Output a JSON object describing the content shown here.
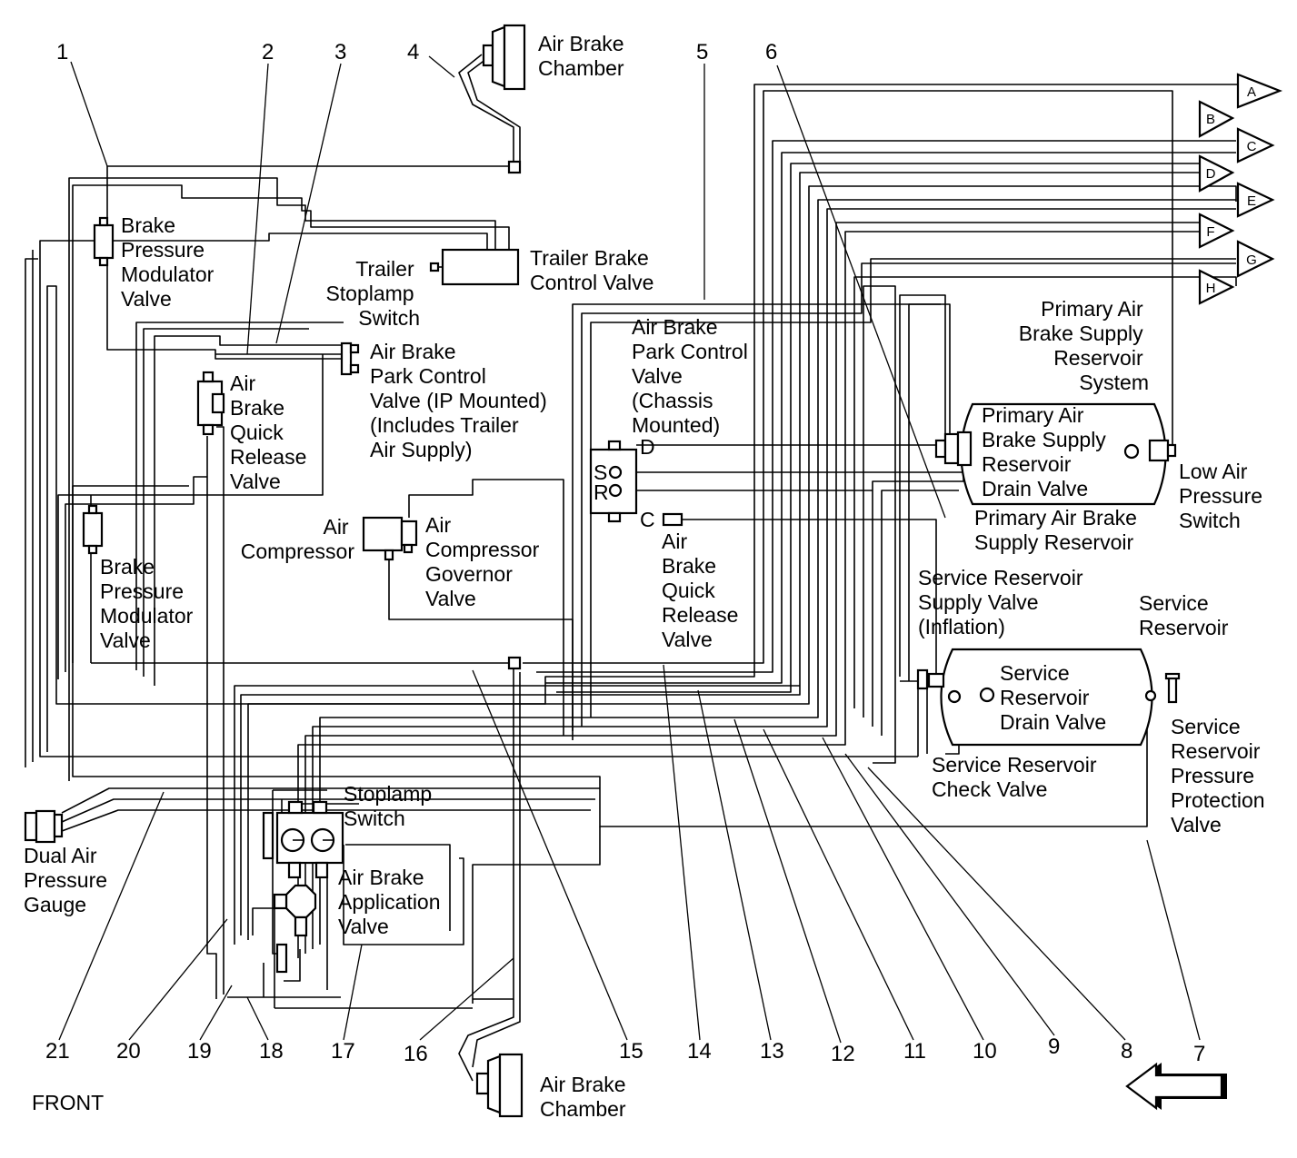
{
  "callout_numbers": [
    "1",
    "2",
    "3",
    "4",
    "5",
    "6",
    "7",
    "8",
    "9",
    "10",
    "11",
    "12",
    "13",
    "14",
    "15",
    "16",
    "17",
    "18",
    "19",
    "20",
    "21"
  ],
  "labels": {
    "air_brake_chamber_top": [
      "Air Brake",
      "Chamber"
    ],
    "air_brake_chamber_bottom": [
      "Air Brake",
      "Chamber"
    ],
    "brake_pressure_modulator_valve_top": [
      "Brake",
      "Pressure",
      "Modulator",
      "Valve"
    ],
    "brake_pressure_modulator_valve_left": [
      "Brake",
      "Pressure",
      "Modulator",
      "Valve"
    ],
    "trailer_brake_control_valve": [
      "Trailer Brake",
      "Control Valve"
    ],
    "trailer_stoplamp_switch": [
      "Trailer",
      "Stoplamp",
      "Switch"
    ],
    "park_control_valve_ip": [
      "Air Brake",
      "Park Control",
      "Valve (IP Mounted)",
      "(Includes Trailer",
      "Air Supply)"
    ],
    "quick_release_valve_left": [
      "Air",
      "Brake",
      "Quick",
      "Release",
      "Valve"
    ],
    "park_control_valve_chassis": [
      "Air Brake",
      "Park Control",
      "Valve",
      "(Chassis",
      "Mounted)"
    ],
    "air_compressor": [
      "Air",
      "Compressor"
    ],
    "air_compressor_governor_valve": [
      "Air",
      "Compressor",
      "Governor",
      "Valve"
    ],
    "quick_release_valve_center": [
      "Air",
      "Brake",
      "Quick",
      "Release",
      "Valve"
    ],
    "primary_supply_reservoir_system": [
      "Primary Air",
      "Brake Supply",
      "Reservoir",
      "System"
    ],
    "primary_drain_valve": [
      "Primary Air",
      "Brake Supply",
      "Reservoir",
      "Drain Valve"
    ],
    "low_air_pressure_switch": [
      "Low Air",
      "Pressure",
      "Switch"
    ],
    "primary_supply_reservoir": [
      "Primary Air Brake",
      "Supply Reservoir"
    ],
    "service_reservoir_supply_valve": [
      "Service Reservoir",
      "Supply Valve",
      "(Inflation)"
    ],
    "service_reservoir": [
      "Service",
      "Reservoir"
    ],
    "service_reservoir_drain_valve": [
      "Service",
      "Reservoir",
      "Drain Valve"
    ],
    "service_reservoir_check_valve": [
      "Service Reservoir",
      "Check Valve"
    ],
    "service_reservoir_protection_valve": [
      "Service",
      "Reservoir",
      "Pressure",
      "Protection",
      "Valve"
    ],
    "stoplamp_switch": [
      "Stoplamp",
      "Switch"
    ],
    "air_brake_application_valve": [
      "Air Brake",
      "Application",
      "Valve"
    ],
    "dual_air_pressure_gauge": [
      "Dual Air",
      "Pressure",
      "Gauge"
    ],
    "front": "FRONT"
  },
  "port_letters": {
    "d": "D",
    "s": "S",
    "r": "R",
    "c": "C"
  },
  "connectors": [
    "A",
    "B",
    "C",
    "D",
    "E",
    "F",
    "G",
    "H"
  ]
}
